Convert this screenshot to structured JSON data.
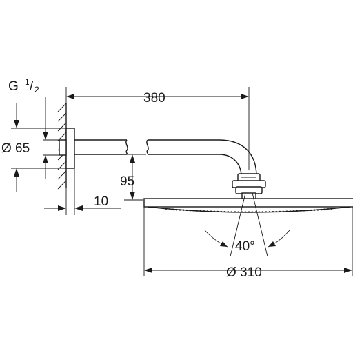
{
  "labels": {
    "thread_main": "G",
    "thread_num": "1",
    "thread_sep": "/",
    "thread_den": "2",
    "dim_width": "380",
    "dim_flange": "Ø 65",
    "dim_height": "95",
    "dim_depth": "10",
    "dim_angle": "40°",
    "dim_head": "Ø 310"
  }
}
